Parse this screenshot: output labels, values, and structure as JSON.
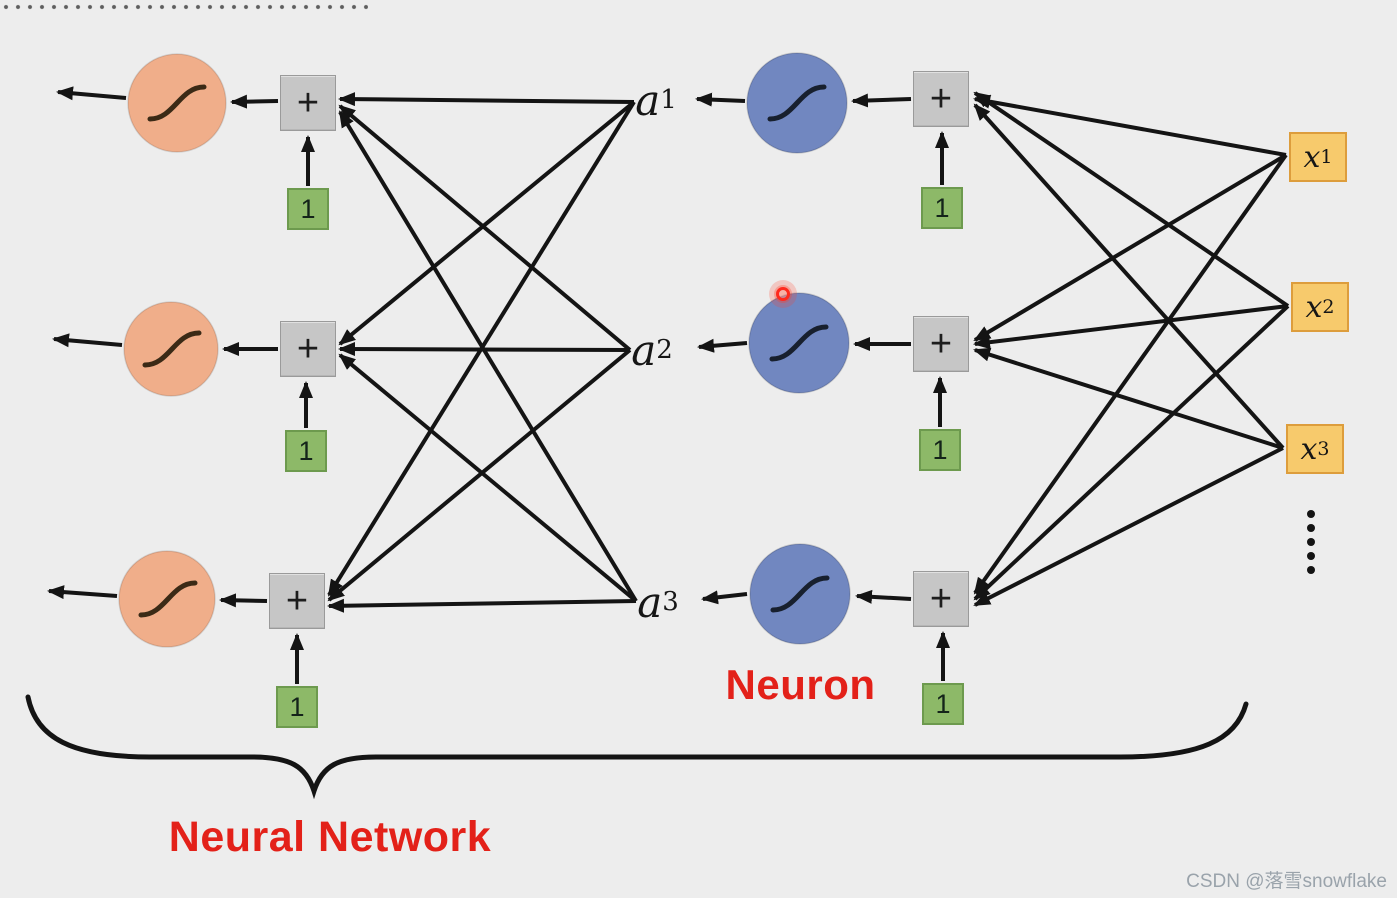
{
  "page": {
    "background": "#ededed",
    "watermark": "CSDN @落雪snowflake"
  },
  "labels": {
    "neuron": "Neuron",
    "neural_network": "Neural Network",
    "plus": "+",
    "bias": "1"
  },
  "inputs": [
    {
      "name": "x1",
      "base": "x",
      "sub": "1"
    },
    {
      "name": "x2",
      "base": "x",
      "sub": "2"
    },
    {
      "name": "x3",
      "base": "x",
      "sub": "3"
    }
  ],
  "activations": [
    {
      "name": "a1",
      "base": "a",
      "sub": "1"
    },
    {
      "name": "a2",
      "base": "a",
      "sub": "2"
    },
    {
      "name": "a3",
      "base": "a",
      "sub": "3"
    }
  ],
  "colors": {
    "page_bg": "#ededed",
    "line": "#141414",
    "accent_red": "#e32119",
    "input_fill": "#f7ca6c",
    "input_border": "#dd9d3c",
    "bias_fill": "#8db968",
    "bias_border": "#6d9a4e",
    "sum_fill": "#c6c6c6",
    "sum_border": "#9a9a9a",
    "neuron_right_fill": "#7187c0",
    "neuron_left_fill": "#f0ae8a",
    "laser_red": "#ff2a1e"
  }
}
